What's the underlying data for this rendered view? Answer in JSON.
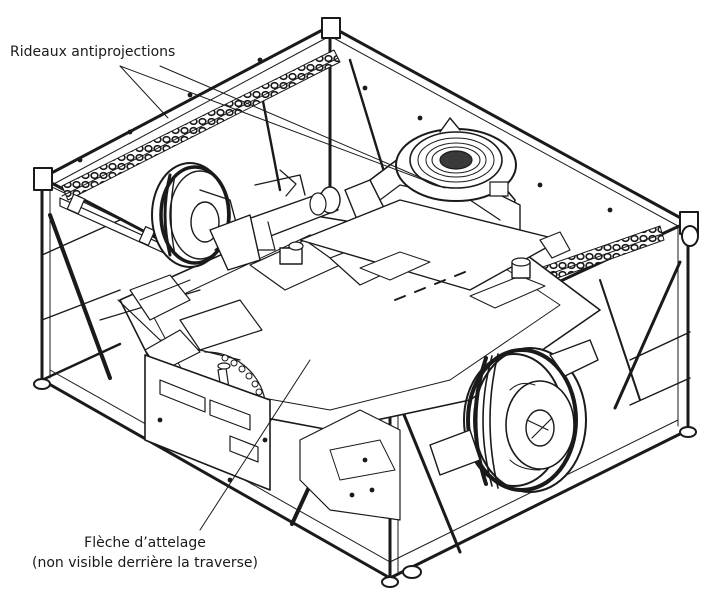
{
  "labels": {
    "curtains": "Rideaux antiprojections",
    "hitch_line1": "Flèche d’attelage",
    "hitch_line2": "(non visible derrière la traverse)"
  },
  "colors": {
    "line": "#1a1a1a",
    "fill_light": "#ffffff",
    "fill_shade": "#d8d8d8",
    "fill_dark": "#3a3a3a"
  }
}
